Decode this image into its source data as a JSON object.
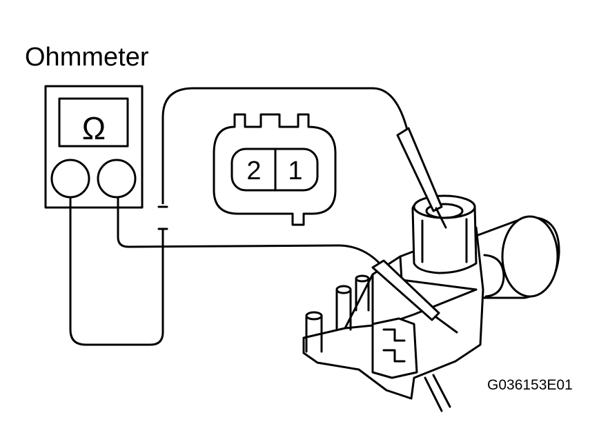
{
  "meter": {
    "title": "Ohmmeter",
    "symbol": "Ω"
  },
  "connector": {
    "pin_left": "2",
    "pin_right": "1"
  },
  "figure": {
    "code": "G036153E01"
  },
  "colors": {
    "line": "#000000",
    "background": "#ffffff"
  }
}
